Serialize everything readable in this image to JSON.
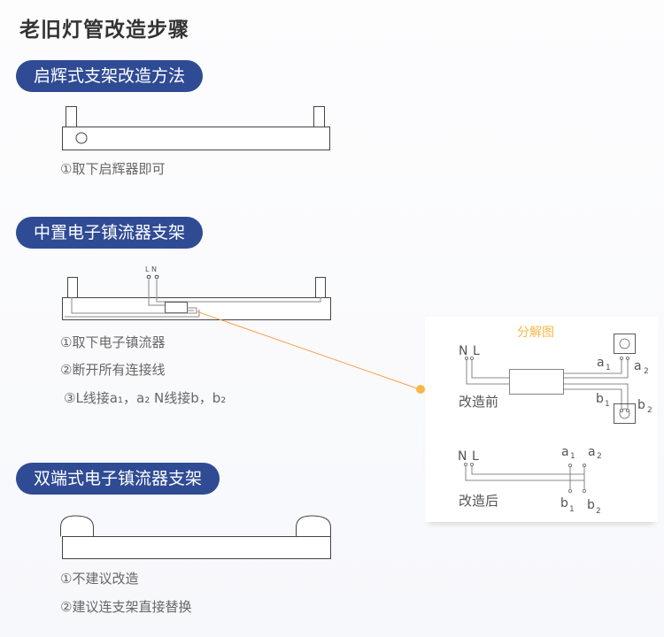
{
  "title": "老旧灯管改造步骤",
  "sections": [
    {
      "heading": "启辉式支架改造方法",
      "steps": [
        "①取下启辉器即可"
      ]
    },
    {
      "heading": "中置电子镇流器支架",
      "steps": [
        "①取下电子镇流器",
        "②断开所有连接线",
        "③L线接a₁，a₂  N线接b，b₂"
      ],
      "terminal_labels": "L N"
    },
    {
      "heading": "双端式电子镇流器支架",
      "steps": [
        "①不建议改造",
        "②建议连支架直接替换"
      ]
    }
  ],
  "exploded": {
    "title": "分解图",
    "before_label": "改造前",
    "after_label": "改造后",
    "n": "N",
    "l": "L",
    "a1": "a",
    "a2": "a",
    "b1": "b",
    "b2": "b",
    "s1": "1",
    "s2": "2"
  },
  "colors": {
    "badge": "#2f4b94",
    "accent": "#f7a04a",
    "title_orange": "#f7b84a"
  }
}
